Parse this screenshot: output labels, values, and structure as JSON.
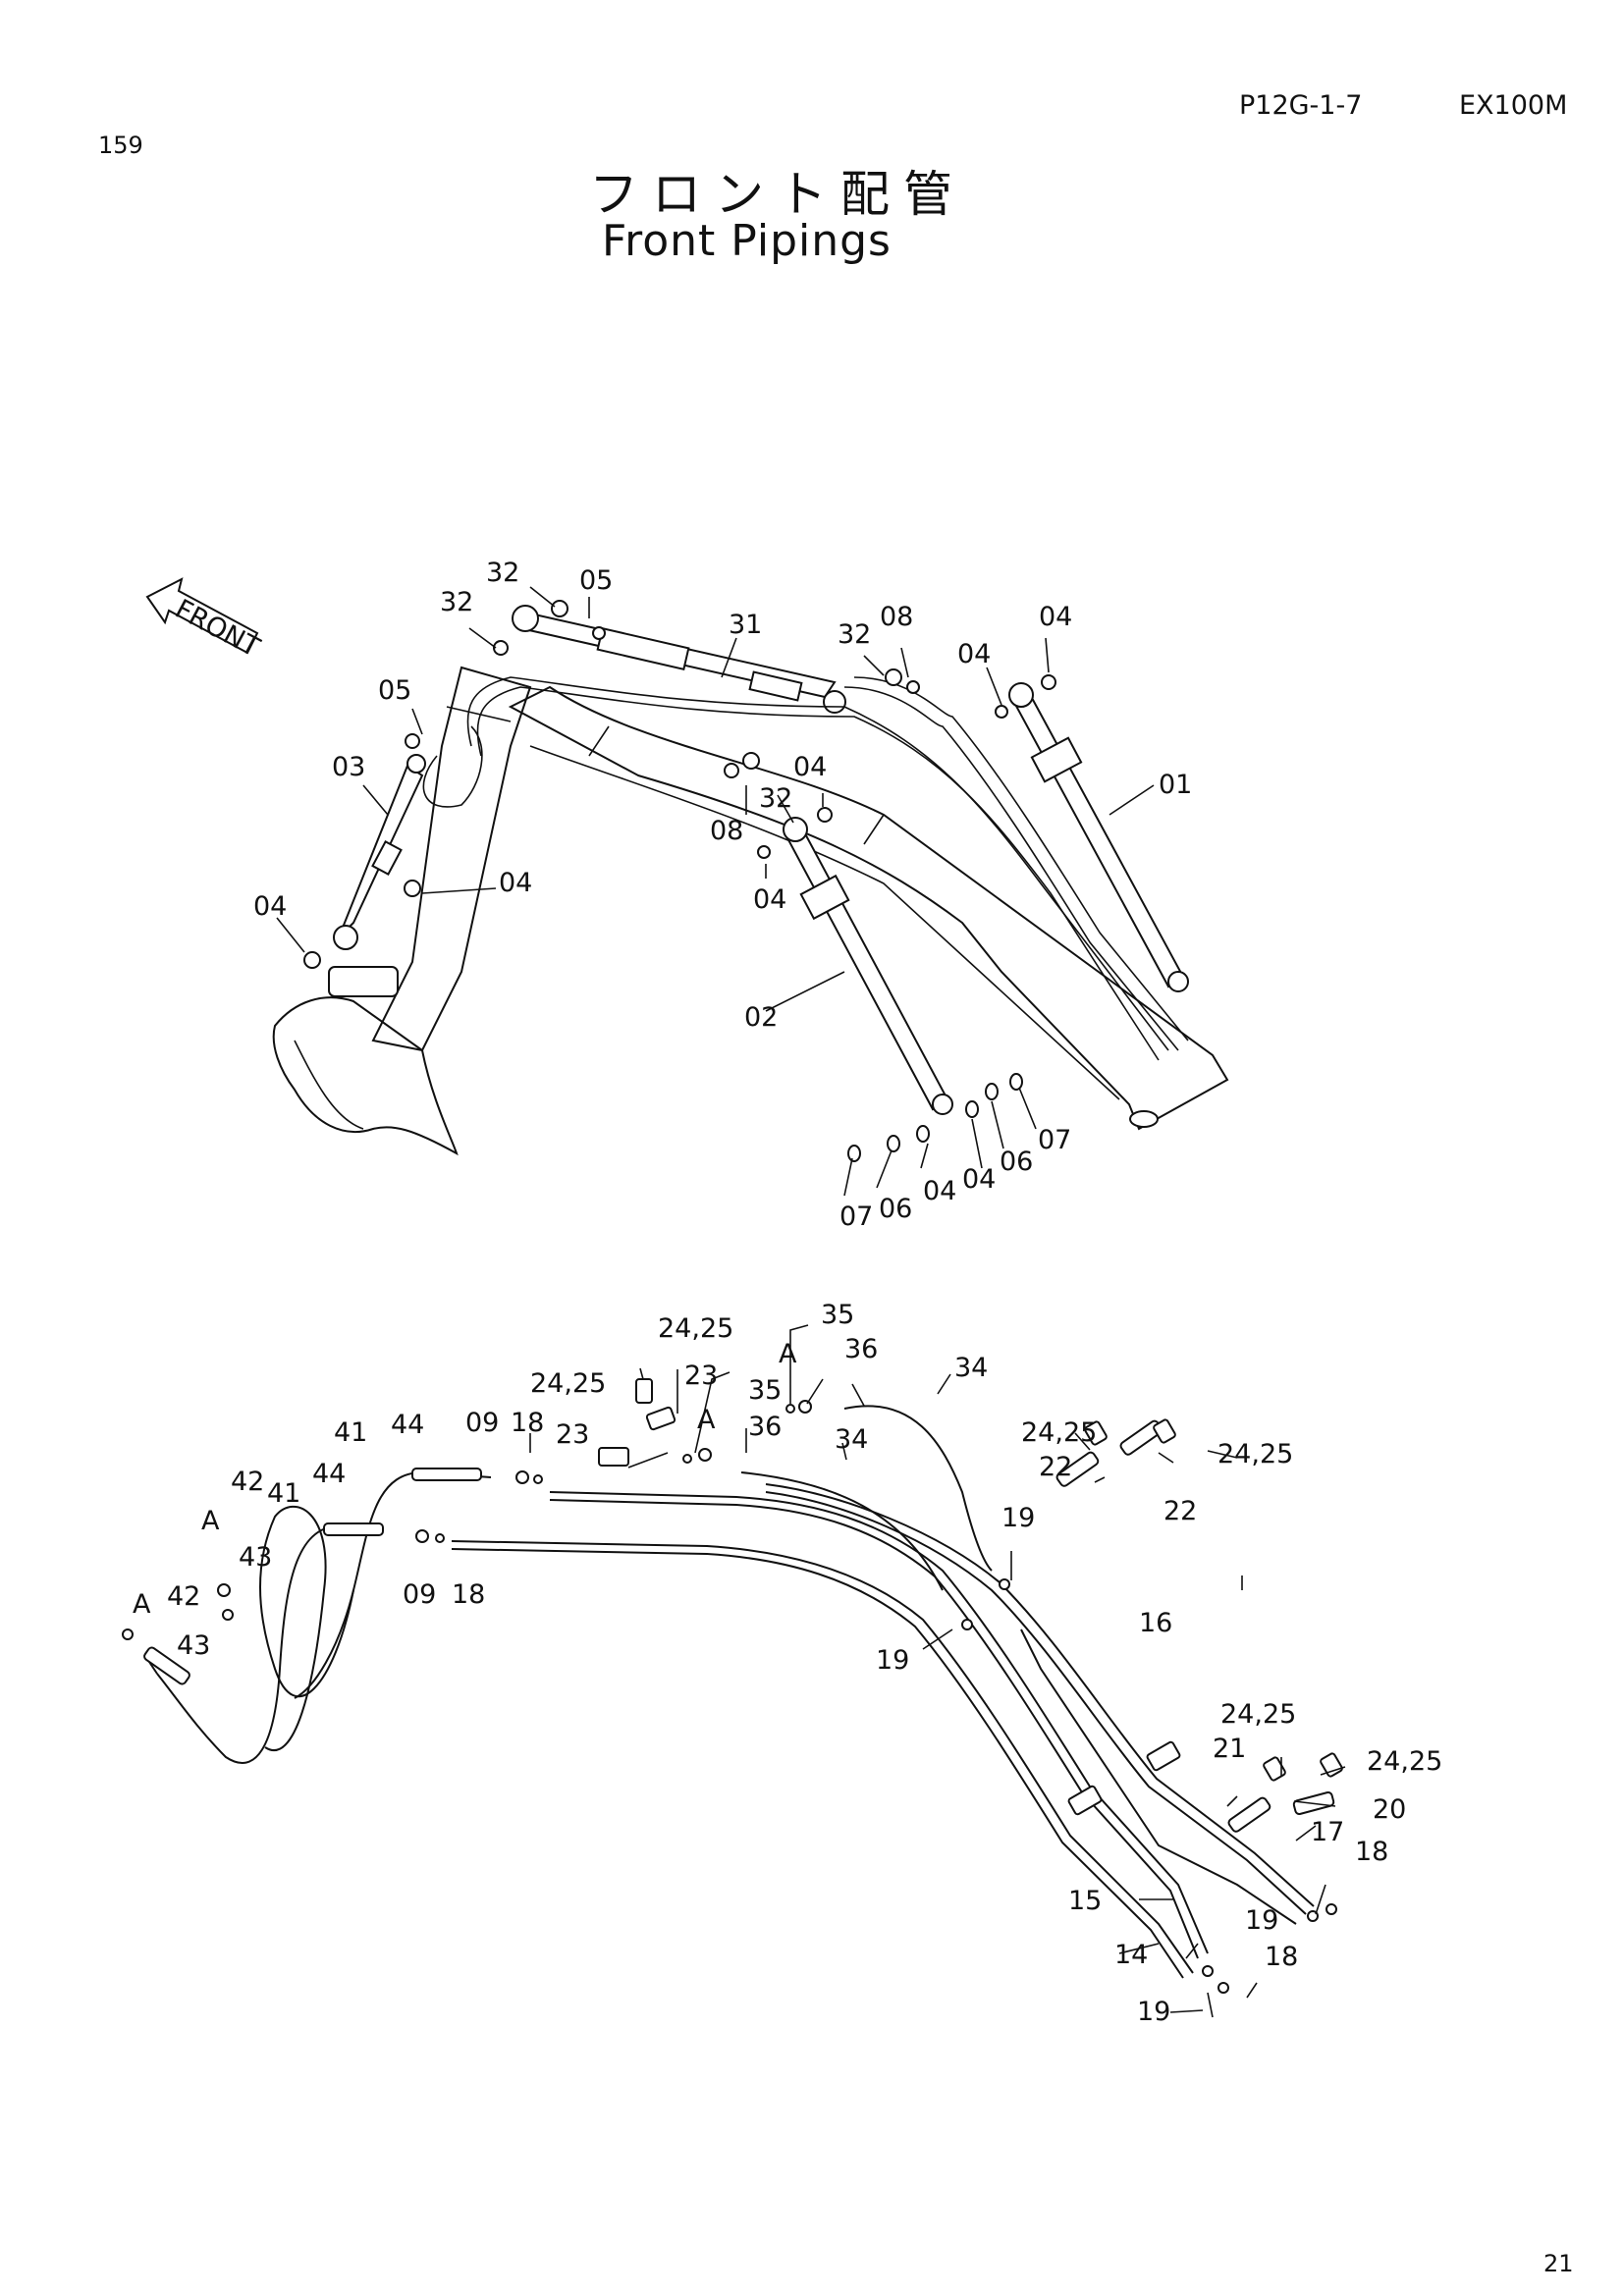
{
  "header": {
    "page_code": "P12G-1-7",
    "model": "EX100M",
    "page_number": "159"
  },
  "title": {
    "japanese": "フロント配管",
    "english": "Front Pipings"
  },
  "front_arrow_label": "FRONT",
  "footer": {
    "page": "21"
  },
  "callouts_upper": {
    "c32a": "32",
    "c05a": "05",
    "c32b": "32",
    "c31": "31",
    "c32c": "32",
    "c08a": "08",
    "c04a": "04",
    "c04b": "04",
    "c05b": "05",
    "c03": "03",
    "c01": "01",
    "c08b": "08",
    "c32d": "32",
    "c04c": "04",
    "c04d": "04",
    "c04e": "04",
    "c04f": "04",
    "c02": "02",
    "c07a": "07",
    "c06a": "06",
    "c04g": "04",
    "c07b": "07",
    "c06b": "06",
    "c04h": "04"
  },
  "callouts_lower": {
    "l35a": "35",
    "l2425a": "24,25",
    "lA1": "A",
    "l36a": "36",
    "l34a": "34",
    "l2425b": "24,25",
    "l23a": "23",
    "l35b": "35",
    "l41a": "41",
    "l44a": "44",
    "l09a": "09",
    "l18a": "18",
    "lA2": "A",
    "l36b": "36",
    "l23b": "23",
    "l34b": "34",
    "l2425c": "24,25",
    "l2425d": "24,25",
    "l42a": "42",
    "l41b": "41",
    "l44b": "44",
    "l22a": "22",
    "l22b": "22",
    "lA3": "A",
    "l43a": "43",
    "l09b": "09",
    "l18b": "18",
    "l19a": "19",
    "lA4": "A",
    "l42b": "42",
    "l43b": "43",
    "l19b": "19",
    "l16": "16",
    "l2425e": "24,25",
    "l21": "21",
    "l2425f": "24,25",
    "l20": "20",
    "l17": "17",
    "l18c": "18",
    "l15": "15",
    "l19c": "19",
    "l14": "14",
    "l18d": "18",
    "l19d": "19"
  }
}
